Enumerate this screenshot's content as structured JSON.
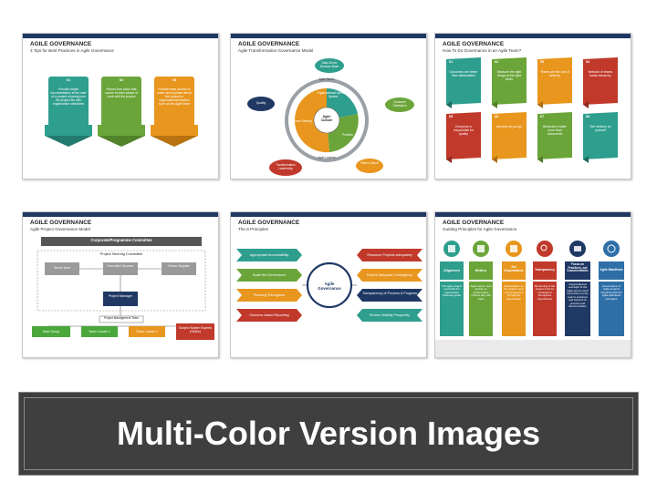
{
  "slides": [
    {
      "title": "AGILE GOVERNANCE",
      "subtitle": "3 Tips for Best Practices in Agile Governance",
      "tips": [
        {
          "num": "01",
          "text": "Provide simple documentation at the start of a project showing how the project fits with organization objectives",
          "color": "#2e9e8e"
        },
        {
          "num": "02",
          "text": "Report how value that occurs at each phase of work with the project",
          "color": "#6ba539"
        },
        {
          "num": "03",
          "text": "Provide ease access to notes and updates about the project to organizational leaders such as the Agile team",
          "color": "#e8961e"
        }
      ]
    },
    {
      "title": "AGILE GOVERNANCE",
      "subtitle": "Agile Transformation Governance Model",
      "center": "Agile Culture",
      "inner": [
        "Organizational Operating System",
        "Team Delivery",
        "Portfolio"
      ],
      "ring": [
        "Agile Studio",
        "Agile Leaders"
      ],
      "outer": [
        "Data Driven Decision Base",
        "Customer Obsession",
        "Vision Culture",
        "Transformation Leadership",
        "Quality"
      ]
    },
    {
      "title": "AGILE GOVERNANCE",
      "subtitle": "How To Do Governance in an Agile Team?",
      "flags": [
        {
          "num": "01",
          "text": "Outcomes are better than deliverables",
          "color": "#2e9e8e"
        },
        {
          "num": "02",
          "text": "Measure the right things at the right times",
          "color": "#6ba539"
        },
        {
          "num": "03",
          "text": "Teams are the unit of delivery",
          "color": "#e8961e"
        },
        {
          "num": "04",
          "text": "Network of teams beats hierarchy",
          "color": "#c0392b"
        },
        {
          "num": "05",
          "text": "Everyone is responsible for quality",
          "color": "#c0392b"
        },
        {
          "num": "06",
          "text": "Assume as you go",
          "color": "#e8961e"
        },
        {
          "num": "07",
          "text": "Behaviors matter more than documents",
          "color": "#6ba539"
        },
        {
          "num": "08",
          "text": "See delivery for yourself",
          "color": "#2e9e8e"
        }
      ]
    },
    {
      "title": "AGILE GOVERNANCE",
      "subtitle": "Agile Project Governance Model",
      "committee": "Corporate/Programme Committee",
      "steering": "Project Steering Committee",
      "roles": [
        "Senior User",
        "Executive/ Sponsor",
        "Senior Supplier"
      ],
      "manager": "Project Manager",
      "team_label": "Project Management Team",
      "bottom": [
        {
          "text": "User Group",
          "color": "#4aa83a"
        },
        {
          "text": "Team Leader 1",
          "color": "#4aa83a"
        },
        {
          "text": "Team Leader 2",
          "color": "#e8961e"
        },
        {
          "text": "Subject Matter Experts (SMEs)",
          "color": "#c0392b"
        }
      ]
    },
    {
      "title": "AGILE GOVERNANCE",
      "subtitle": "The 8 Principles",
      "center": "Agile Governance",
      "left": [
        {
          "text": "Appropriate Accountability",
          "color": "#2e9e8e"
        },
        {
          "text": "Scale the Governance",
          "color": "#6ba539"
        },
        {
          "text": "Planning Throughout",
          "color": "#e8961e"
        },
        {
          "text": "Outcome-based Reporting",
          "color": "#c0392b"
        }
      ],
      "right": [
        {
          "text": "Resource Projects adequately",
          "color": "#c0392b"
        },
        {
          "text": "Ensure Adequate Contingency",
          "color": "#e8961e"
        },
        {
          "text": "Transparency of Process & Progress",
          "color": "#1f3864"
        },
        {
          "text": "Review Viability Frequently",
          "color": "#2e9e8e"
        }
      ]
    },
    {
      "title": "AGILE GOVERNANCE",
      "subtitle": "Guiding Principles for Agile Governance",
      "cols": [
        {
          "head": "Alignment",
          "text": "The agile project must with the organization business goals",
          "color": "#2e9e8e"
        },
        {
          "head": "Metrics",
          "text": "Agile teams must decide on performance metrics they will track",
          "color": "#6ba539"
        },
        {
          "head": "Set Expectations",
          "text": "Stakeholders on the project must be transparent throughout organization",
          "color": "#e8961e"
        },
        {
          "head": "Transparency",
          "text": "Monitoring of the project must be transparent throughout organization",
          "color": "#c0392b"
        },
        {
          "head": "Focus on Practices, not Documentation",
          "text": "Organizational oversight of the Agile team's work must focus on the team's practices and beyond on process and documentation",
          "color": "#1f3864"
        },
        {
          "head": "Agile Manifesto",
          "text": "Governance of Agile projects should fit with the Agile Manifesto principles",
          "color": "#2e6fa8"
        }
      ]
    }
  ],
  "banner": {
    "title": "Multi-Color Version Images"
  }
}
